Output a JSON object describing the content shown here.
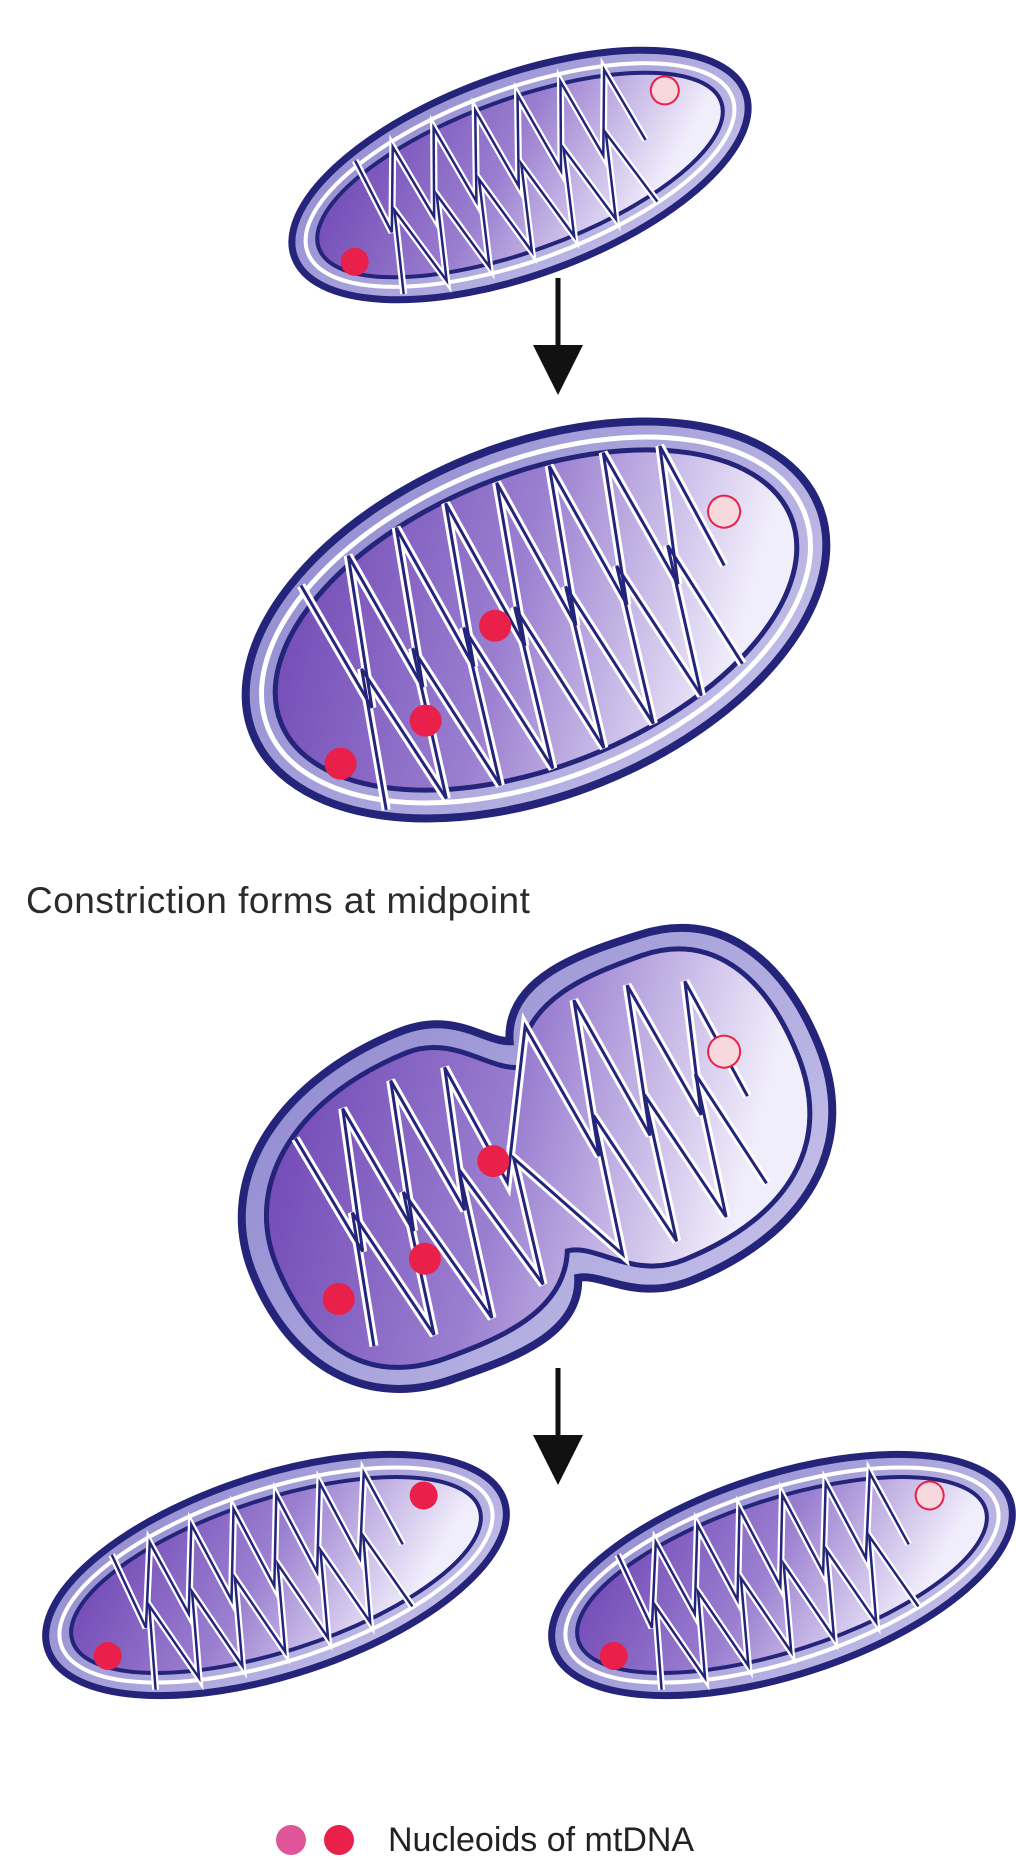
{
  "caption": "Constriction forms at midpoint",
  "legend": {
    "label": "Nucleoids of mtDNA",
    "colors": [
      "#e0559a",
      "#e8204a"
    ]
  },
  "colors": {
    "outer_membrane": "#23247a",
    "matrix_dark": "#6a3fb0",
    "matrix_light": "#f1eefb",
    "intermembrane": "#9f9ad4",
    "nucleoid_red": "#e8204a",
    "nucleoid_pale": "#f7d8dd",
    "arrow": "#111111"
  },
  "stages": [
    {
      "name": "mitochondrion-1",
      "red_nucleoids": 1,
      "pale_nucleoids": 1
    },
    {
      "name": "mitochondrion-2-enlarged",
      "red_nucleoids": 3,
      "pale_nucleoids": 1
    },
    {
      "name": "mitochondrion-3-constricted",
      "red_nucleoids": 3,
      "pale_nucleoids": 1
    },
    {
      "name": "daughter-left",
      "red_nucleoids": 2,
      "pale_nucleoids": 0
    },
    {
      "name": "daughter-right",
      "red_nucleoids": 1,
      "pale_nucleoids": 1
    }
  ]
}
